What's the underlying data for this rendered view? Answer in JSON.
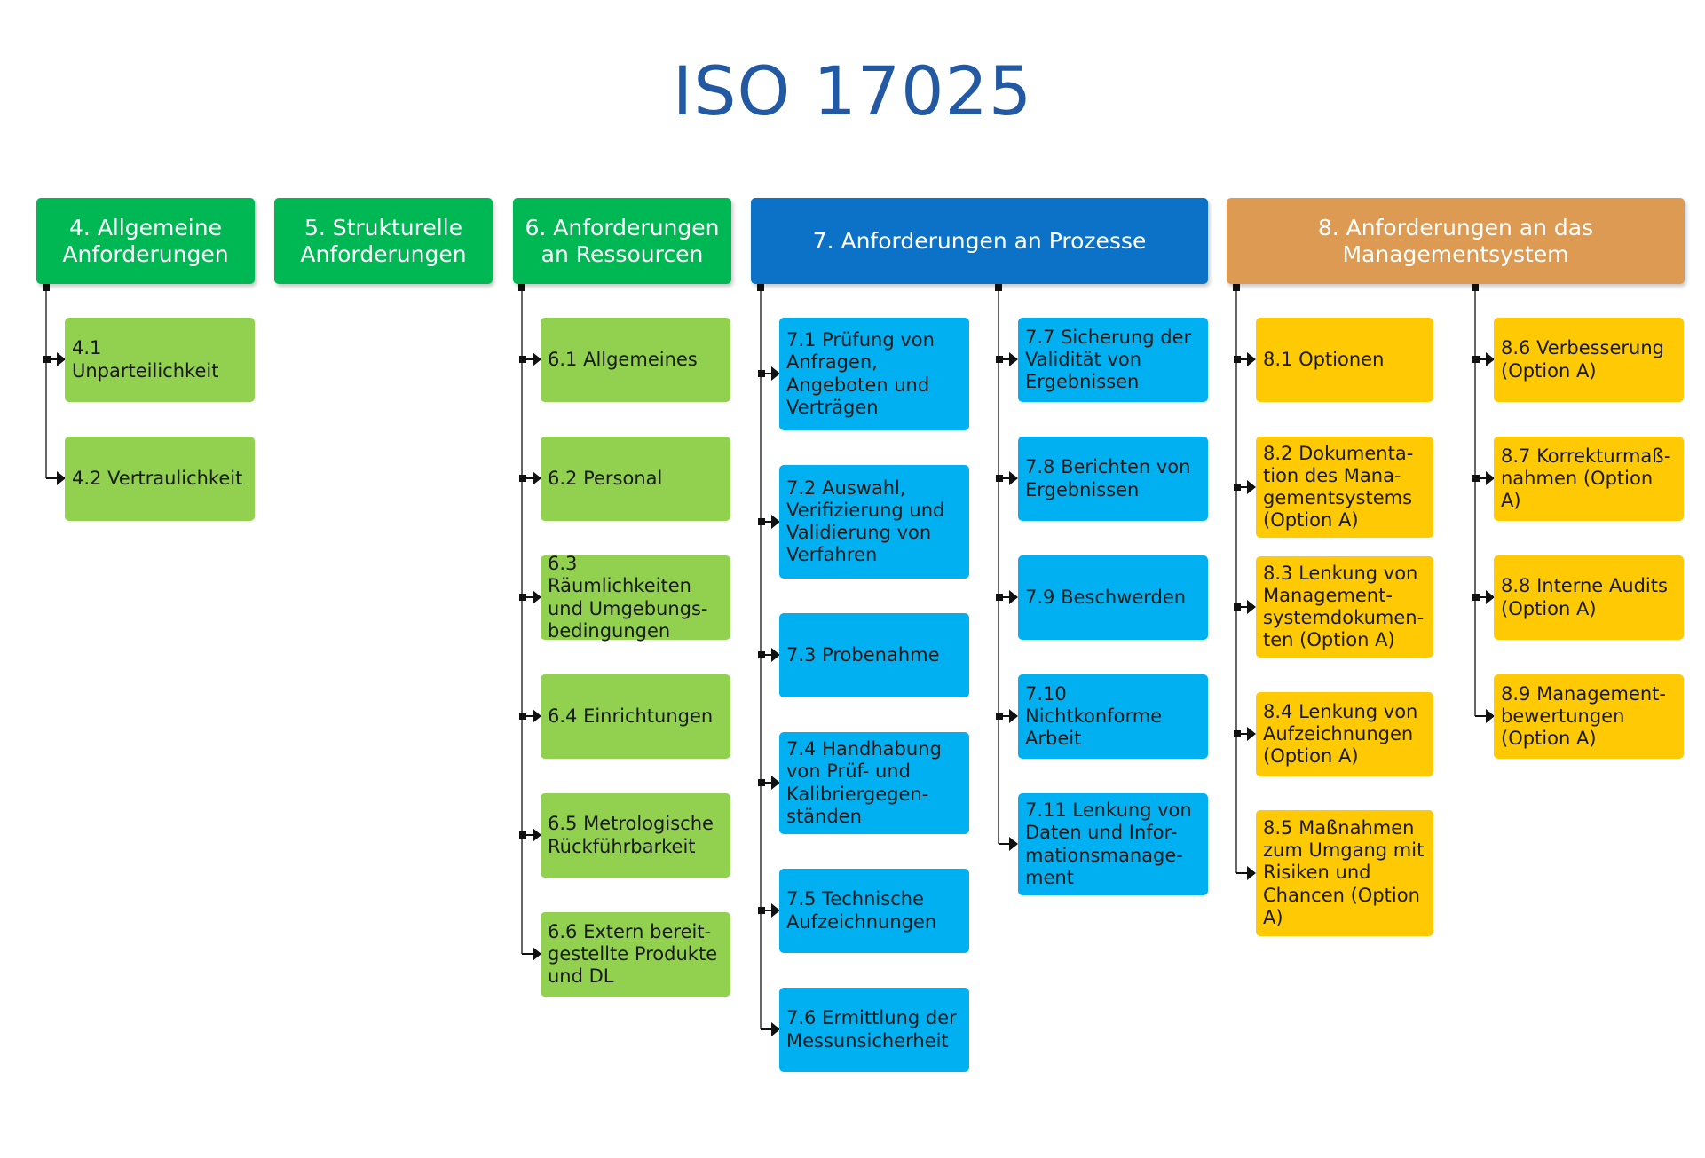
{
  "title": "ISO 17025",
  "colors": {
    "title": "#2359a3",
    "head_green": "#00b853",
    "head_blue": "#0b72c7",
    "head_orange": "#dc9a52",
    "item_green": "#92d050",
    "item_blue": "#00b0f0",
    "item_yellow": "#ffc903"
  },
  "sections": [
    {
      "id": "s4",
      "heading": "4. Allgemeine Anforderungen",
      "items": [
        "4.1 Unparteilichkeit",
        "4.2 Vertraulichkeit"
      ]
    },
    {
      "id": "s5",
      "heading": "5. Strukturelle Anforderungen",
      "items": []
    },
    {
      "id": "s6",
      "heading": "6. Anforderungen an Ressourcen",
      "items": [
        "6.1 Allgemeines",
        "6.2 Personal",
        "6.3 Räumlichkeiten und Umgebungs-bedingungen",
        "6.4 Einrichtungen",
        "6.5 Metrologische Rückführbarkeit",
        "6.6 Extern bereit-gestellte Produkte und DL"
      ]
    },
    {
      "id": "s7",
      "heading": "7. Anforderungen an Prozesse",
      "items": [
        "7.1 Prüfung von Anfragen, Angeboten und Verträgen",
        "7.2 Auswahl, Verifizierung und Validierung von Verfahren",
        "7.3 Probenahme",
        "7.4 Handhabung von Prüf- und Kalibriergegen-ständen",
        "7.5 Technische Aufzeichnungen",
        "7.6 Ermittlung der Messunsicherheit",
        "7.7 Sicherung der Validität von Ergebnissen",
        "7.8 Berichten von Ergebnissen",
        "7.9 Beschwerden",
        "7.10 Nichtkonforme Arbeit",
        "7.11 Lenkung von Daten und Infor-mationsmanage-ment"
      ]
    },
    {
      "id": "s8",
      "heading": "8. Anforderungen an das Managementsystem",
      "items": [
        "8.1 Optionen",
        "8.2 Dokumenta-tion des Mana-gementsystems (Option A)",
        "8.3 Lenkung von Management-systemdokumen-ten (Option A)",
        "8.4 Lenkung von Aufzeichnungen (Option A)",
        "8.5 Maßnahmen zum Umgang mit Risiken und Chancen (Option A)",
        "8.6 Verbesserung (Option A)",
        "8.7 Korrekturmaß-nahmen (Option A)",
        "8.8 Interne Audits (Option A)",
        "8.9 Management-bewertungen (Option A)"
      ]
    }
  ]
}
